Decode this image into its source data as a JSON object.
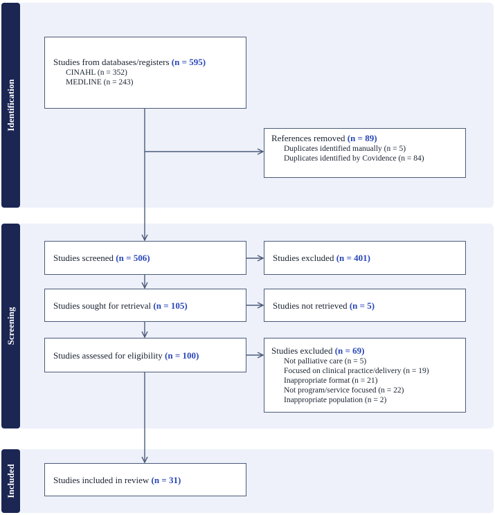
{
  "phases": {
    "identification": "Identification",
    "screening": "Screening",
    "included": "Included"
  },
  "boxes": {
    "databases": {
      "label": "Studies from databases/registers",
      "count": "(n = 595)",
      "items": [
        "CINAHL (n = 352)",
        "MEDLINE (n = 243)"
      ]
    },
    "removed": {
      "label": "References removed",
      "count": "(n = 89)",
      "items": [
        "Duplicates identified manually (n = 5)",
        "Duplicates identified by Covidence (n = 84)"
      ]
    },
    "screened": {
      "label": "Studies screened",
      "count": "(n = 506)"
    },
    "excluded_screening": {
      "label": "Studies excluded",
      "count": "(n = 401)"
    },
    "retrieval": {
      "label": "Studies sought for retrieval",
      "count": "(n = 105)"
    },
    "not_retrieved": {
      "label": "Studies not retrieved",
      "count": "(n = 5)"
    },
    "eligibility": {
      "label": "Studies assessed for eligibility",
      "count": "(n = 100)"
    },
    "excluded_eligibility": {
      "label": "Studies excluded",
      "count": "(n = 69)",
      "items": [
        "Not palliative care (n = 5)",
        "Focused on clinical practice/delivery (n = 19)",
        "Inappropriate format (n = 21)",
        "Not program/service focused (n = 22)",
        "Inappropriate population (n = 2)"
      ]
    },
    "included": {
      "label": "Studies included in review",
      "count": "(n = 31)"
    }
  },
  "colors": {
    "band": "#eef1fa",
    "band_label": "#1b2653",
    "count_text": "#2a47b8",
    "line": "#4a5a78"
  }
}
